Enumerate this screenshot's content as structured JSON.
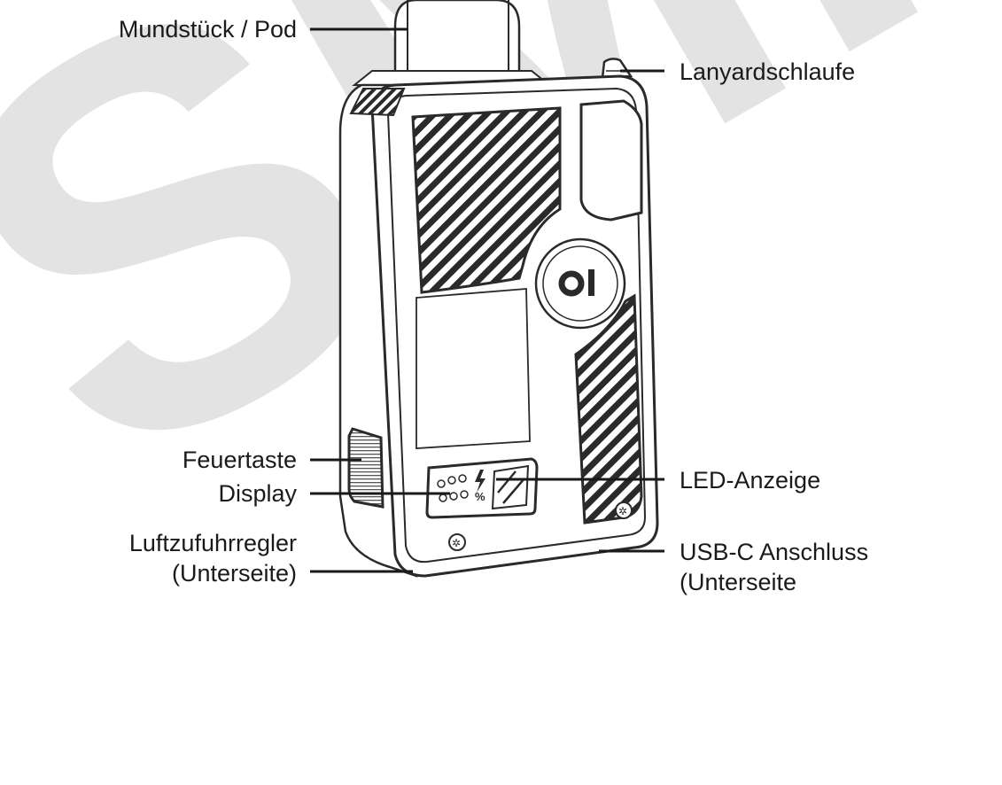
{
  "watermark": {
    "text": "SMK",
    "color": "#e3e3e3"
  },
  "device": {
    "logo_icon": "brand-logo-icon",
    "display_icons": [
      "battery-percent-icon",
      "lightning-icon"
    ],
    "body_color": "#ffffff",
    "outline_color": "#2a2a2a"
  },
  "labels": {
    "mouthpiece": "Mundstück / Pod",
    "lanyard": "Lanyardschlaufe",
    "fire_button": "Feuertaste",
    "display": "Display",
    "led": "LED-Anzeige",
    "airflow_line1": "Luftzufuhrregler",
    "airflow_line2": "(Unterseite)",
    "usb_line1": "USB-C Anschluss",
    "usb_line2": "(Unterseite"
  }
}
